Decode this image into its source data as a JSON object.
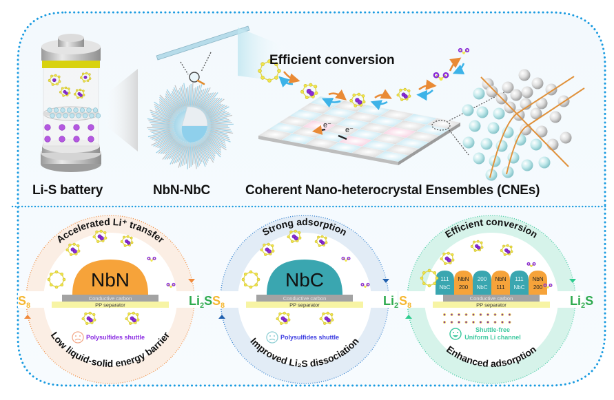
{
  "top_panel": {
    "labels": {
      "battery": "Li-S battery",
      "material": "NbN-NbC",
      "cnes": "Coherent Nano-heterocrystal Ensembles (CNEs)"
    },
    "conversion_title": "Efficient conversion",
    "electron_label": "e⁻"
  },
  "bottom_panel": {
    "cells": [
      {
        "id": "nbn",
        "material": "NbN",
        "top_arc": "Accelerated Li⁺ transfer",
        "bottom_arc": "Low liquid-solid energy barrier",
        "layer_carbon": "Conductive carbon",
        "layer_separator": "PP separator",
        "status_text": "Polysulfides shuttle",
        "status_face": "sad",
        "left_species": "S",
        "left_sub": "8",
        "right_species_a": "Li",
        "right_sub": "2",
        "right_species_b": "S",
        "theme_color": "#f08a3c"
      },
      {
        "id": "nbc",
        "material": "NbC",
        "top_arc": "Strong adsorption",
        "bottom_arc": "Improved Li₂S dissociation",
        "layer_carbon": "Conductive carbon",
        "layer_separator": "PP separator",
        "status_text": "Polysulfides shuttle",
        "status_face": "sad",
        "left_species": "S",
        "left_sub": "8",
        "right_species_a": "Li",
        "right_sub": "2",
        "right_species_b": "S",
        "theme_color": "#2f7fd0"
      },
      {
        "id": "cnes",
        "material": "",
        "top_arc": "Efficient conversion",
        "bottom_arc": "Enhanced adsorption",
        "layer_carbon": "Conductive carbon",
        "layer_separator": "PP separator",
        "status_text_line1": "Shuttle-free",
        "status_text_line2": "Uniform Li channel",
        "status_face": "happy",
        "left_species": "S",
        "left_sub": "8",
        "right_species_a": "Li",
        "right_sub": "2",
        "right_species_b": "S",
        "theme_color": "#3fc9a0",
        "domes": [
          {
            "phase": "NbC",
            "facet": "111"
          },
          {
            "phase": "NbN",
            "facet": "200"
          },
          {
            "phase": "NbC",
            "facet": "200"
          },
          {
            "phase": "NbN",
            "facet": "111"
          },
          {
            "phase": "NbC",
            "facet": "111"
          },
          {
            "phase": "NbN",
            "facet": "200"
          }
        ]
      }
    ]
  },
  "colors": {
    "frame_dots": "#1a9be0",
    "s8": "#f5b731",
    "li2s": "#2eaa4e",
    "nbn_dome": "#f6a33a",
    "nbc_dome": "#3aa6b0",
    "polysulfide_text": "#8a2be2",
    "shuttle_free_text": "#3fc9a0",
    "carbon_bar": "#a0a0a0",
    "separator_bar": "#f7f4a4"
  }
}
